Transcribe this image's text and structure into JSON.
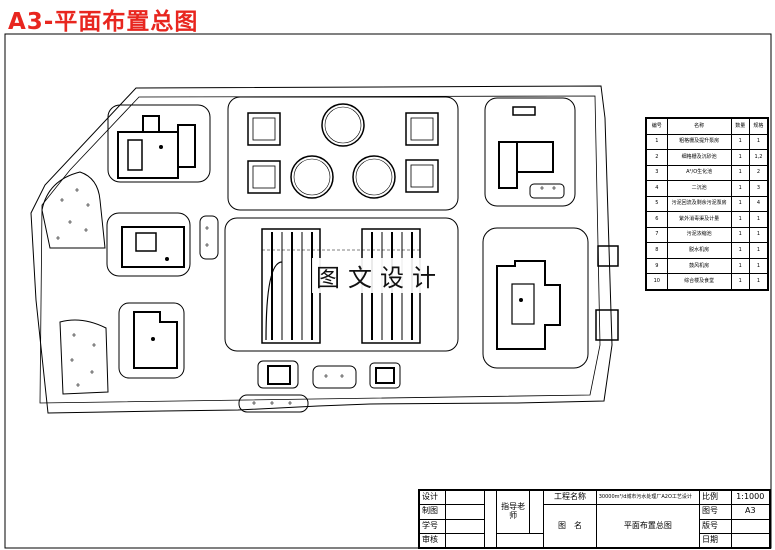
{
  "sheet": {
    "title": "A3-平面布置总图"
  },
  "watermark": "图文设计",
  "legend": {
    "rows": [
      [
        "编号",
        "名称",
        "数量",
        "规格"
      ],
      [
        "1",
        "粗格栅及提升泵房",
        "1",
        "1"
      ],
      [
        "2",
        "细格栅及沉砂池",
        "1",
        "1,2"
      ],
      [
        "3",
        "A²/O生化池",
        "1",
        "2"
      ],
      [
        "4",
        "二沉池",
        "1",
        "3"
      ],
      [
        "5",
        "污泥回流及剩余污泥泵房",
        "1",
        "4"
      ],
      [
        "6",
        "紫外消毒渠及计量",
        "1",
        "1"
      ],
      [
        "7",
        "污泥浓缩池",
        "1",
        "1"
      ],
      [
        "8",
        "脱水机房",
        "1",
        "1"
      ],
      [
        "9",
        "鼓风机房",
        "1",
        "1"
      ],
      [
        "10",
        "综合楼及食堂",
        "1",
        "1"
      ]
    ]
  },
  "titleblock": {
    "design": "设计",
    "draw": "制图",
    "student_id": "学号",
    "review": "审核",
    "advisor": "指导老师",
    "project_name_label": "工程名称",
    "project_name": "30000m³/d城市污水处理厂A2O工艺设计",
    "drawing_name_label": "图　名",
    "drawing_name": "平面布置总图",
    "scale_label": "比例",
    "scale": "1:1000",
    "sheet_no_label": "图号",
    "sheet_no": "A3",
    "version_label": "版号",
    "date_label": "日期"
  }
}
